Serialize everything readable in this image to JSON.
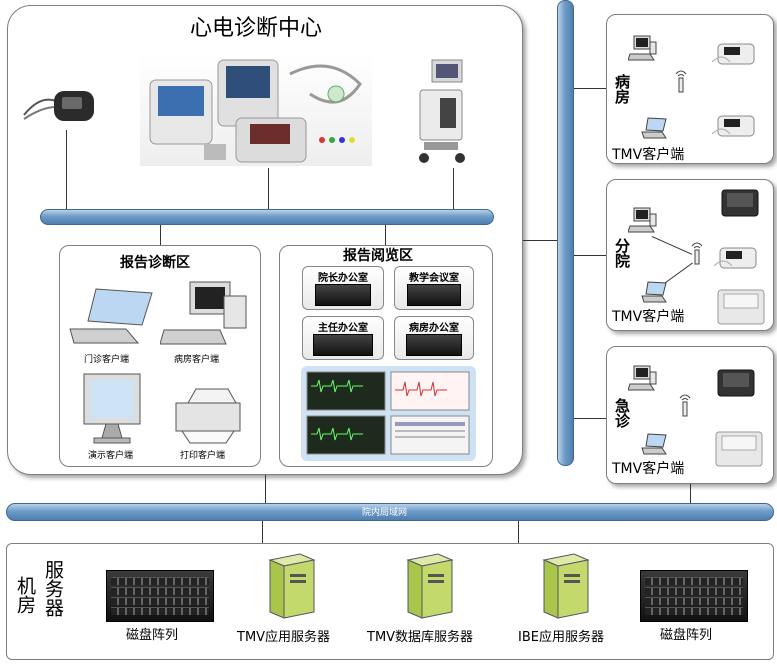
{
  "center": {
    "title": "心电诊断中心"
  },
  "diagnosis_zone": {
    "title": "报告诊断区",
    "items": [
      "门诊客户端",
      "病房客户端",
      "演示客户端",
      "打印客户端"
    ]
  },
  "review_zone": {
    "title": "报告阅览区",
    "rooms": [
      "院长办公室",
      "教学会议室",
      "主任办公室",
      "病房办公室"
    ]
  },
  "sites": [
    {
      "name": "病房",
      "client": "TMV客户端"
    },
    {
      "name": "分院",
      "client": "TMV客户端"
    },
    {
      "name": "急诊",
      "client": "TMV客户端"
    }
  ],
  "lan": {
    "label": "院内局域网"
  },
  "server_room": {
    "title_1": "机房",
    "title_2": "服务器",
    "items": [
      "磁盘阵列",
      "TMV应用服务器",
      "TMV数据库服务器",
      "IBE应用服务器",
      "磁盘阵列"
    ]
  }
}
